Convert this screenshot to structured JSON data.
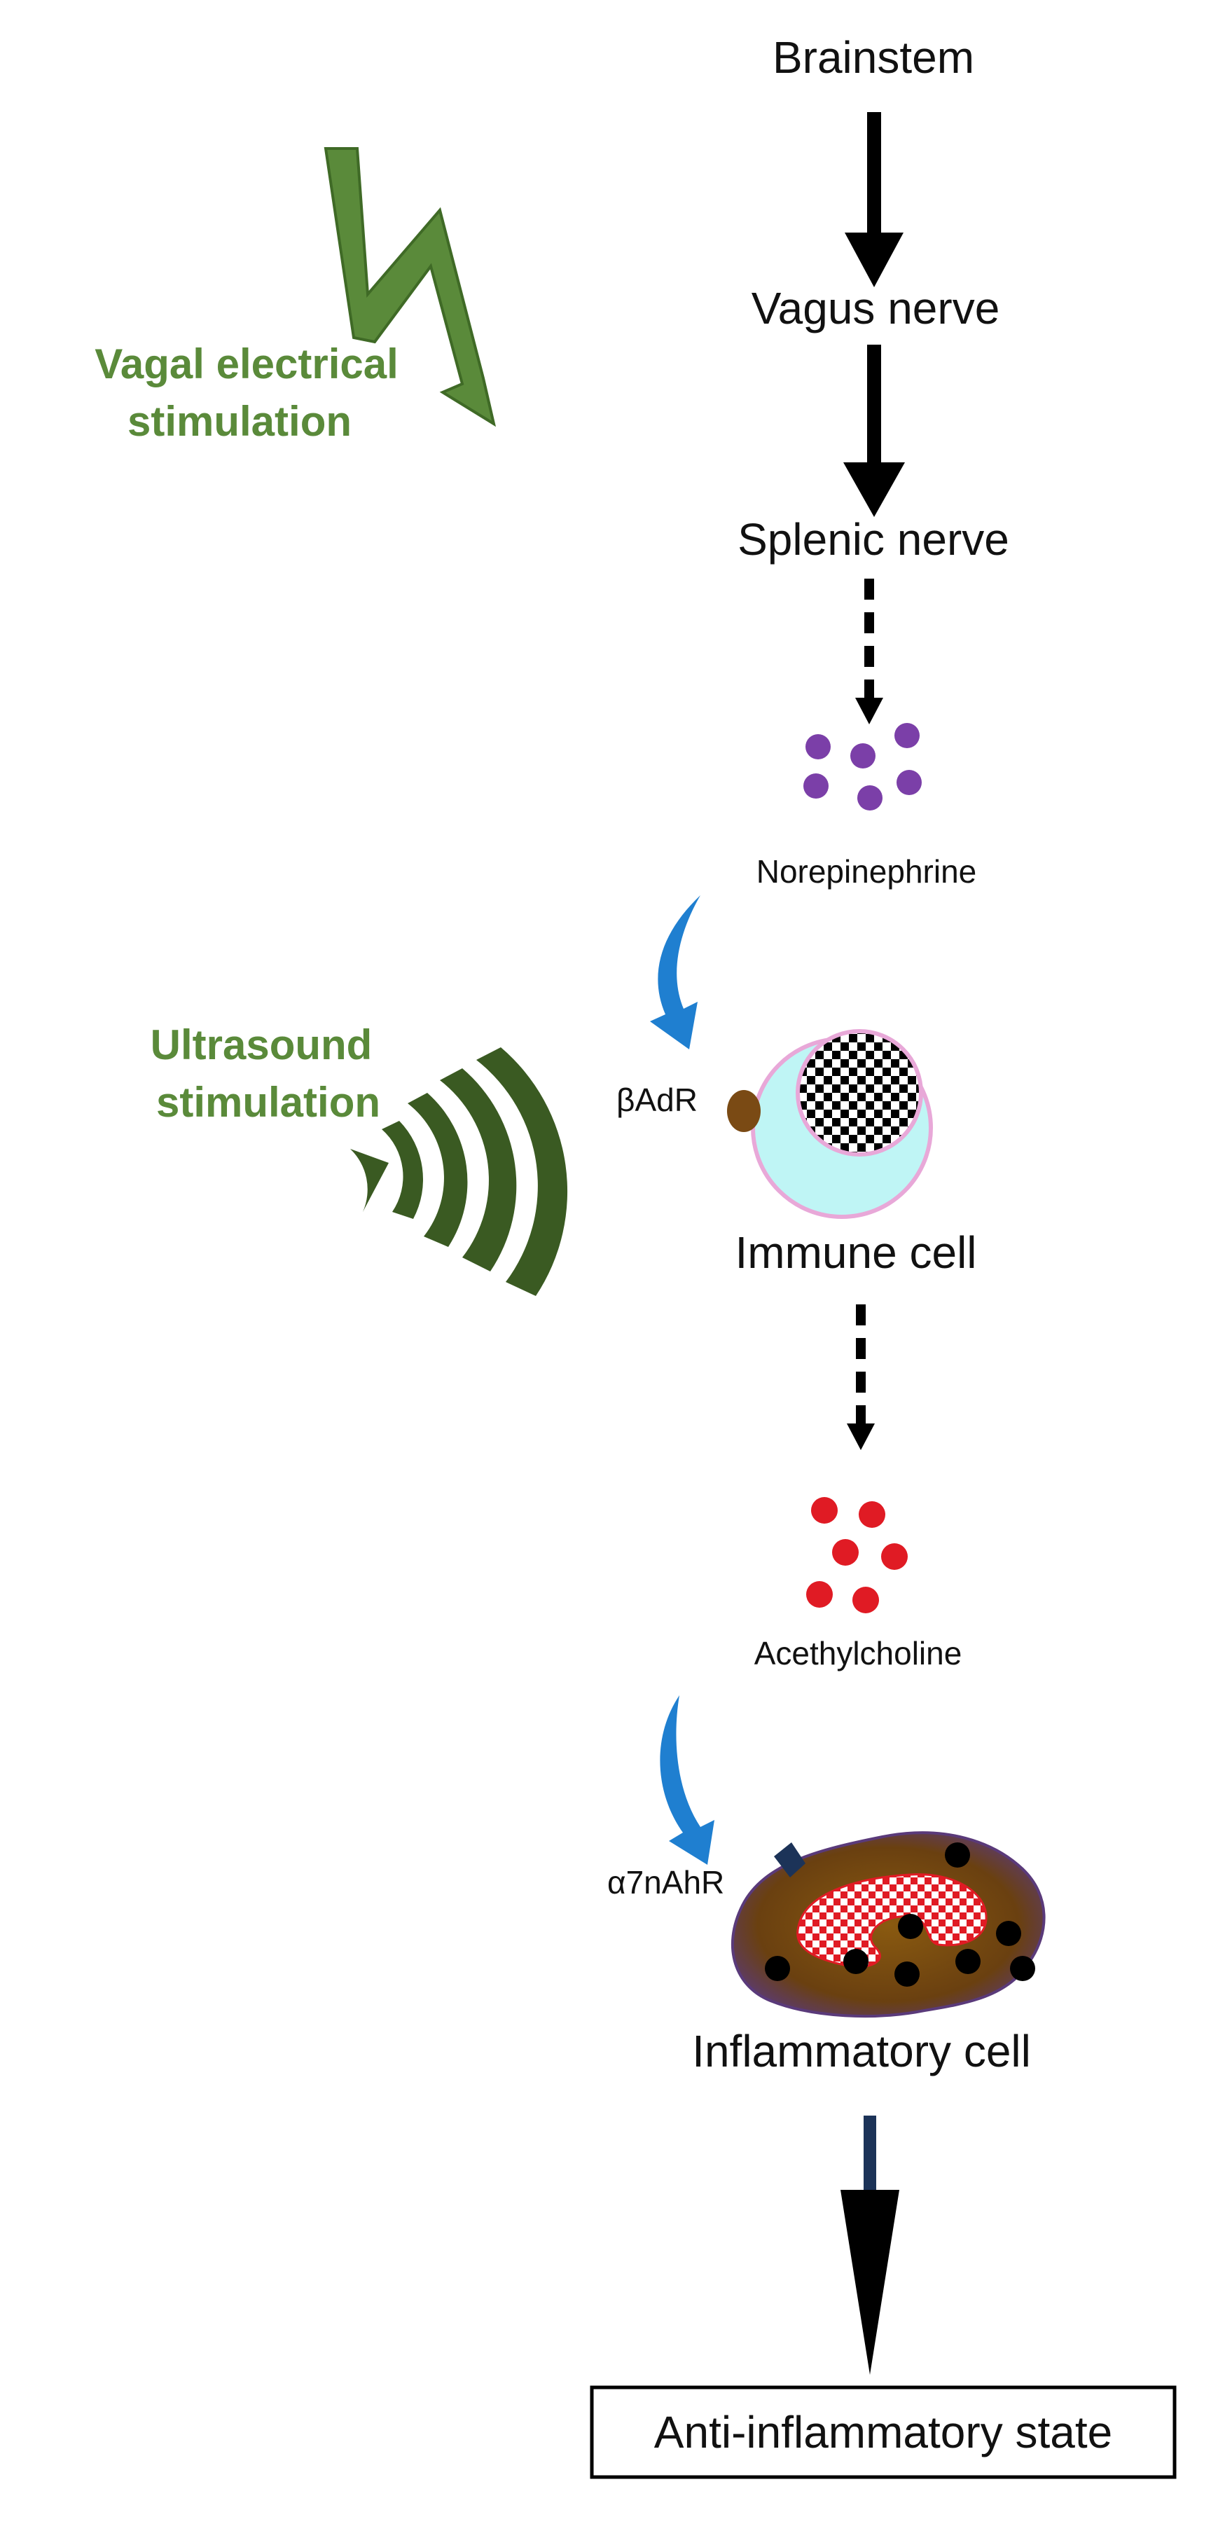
{
  "nodes": {
    "brainstem": "Brainstem",
    "vagus_nerve": "Vagus nerve",
    "splenic_nerve": "Splenic nerve",
    "norepinephrine": "Norepinephrine",
    "immune_cell": "Immune cell",
    "acetylcholine": "Acethylcholine",
    "inflammatory_cell": "Inflammatory cell",
    "anti_inflammatory_state": "Anti-inflammatory state"
  },
  "receptors": {
    "beta_adrenergic": "βAdR",
    "alpha7_nicotinic": "α7nAhR"
  },
  "stimulations": {
    "vagal_electrical": [
      "Vagal electrical",
      "stimulation"
    ],
    "ultrasound": [
      "Ultrasound",
      "stimulation"
    ]
  },
  "colors": {
    "stim_green_light": "#5a8a3a",
    "stim_green_dark": "#3a5a22",
    "norepinephrine_dots": "#7b3fa8",
    "acetylcholine_dots": "#e01b24",
    "receptor_arrow_blue": "#1f7fd0",
    "immune_cell_fill": "#bff5f5",
    "immune_cell_border": "#e8a8d8",
    "beta_receptor": "#7a4a14",
    "inflammatory_cell_fill": "#7a4a14",
    "arrow_black": "#000000"
  },
  "icons": {
    "vagal": "lightning-bolt-icon",
    "ultrasound": "sound-wave-icon"
  }
}
